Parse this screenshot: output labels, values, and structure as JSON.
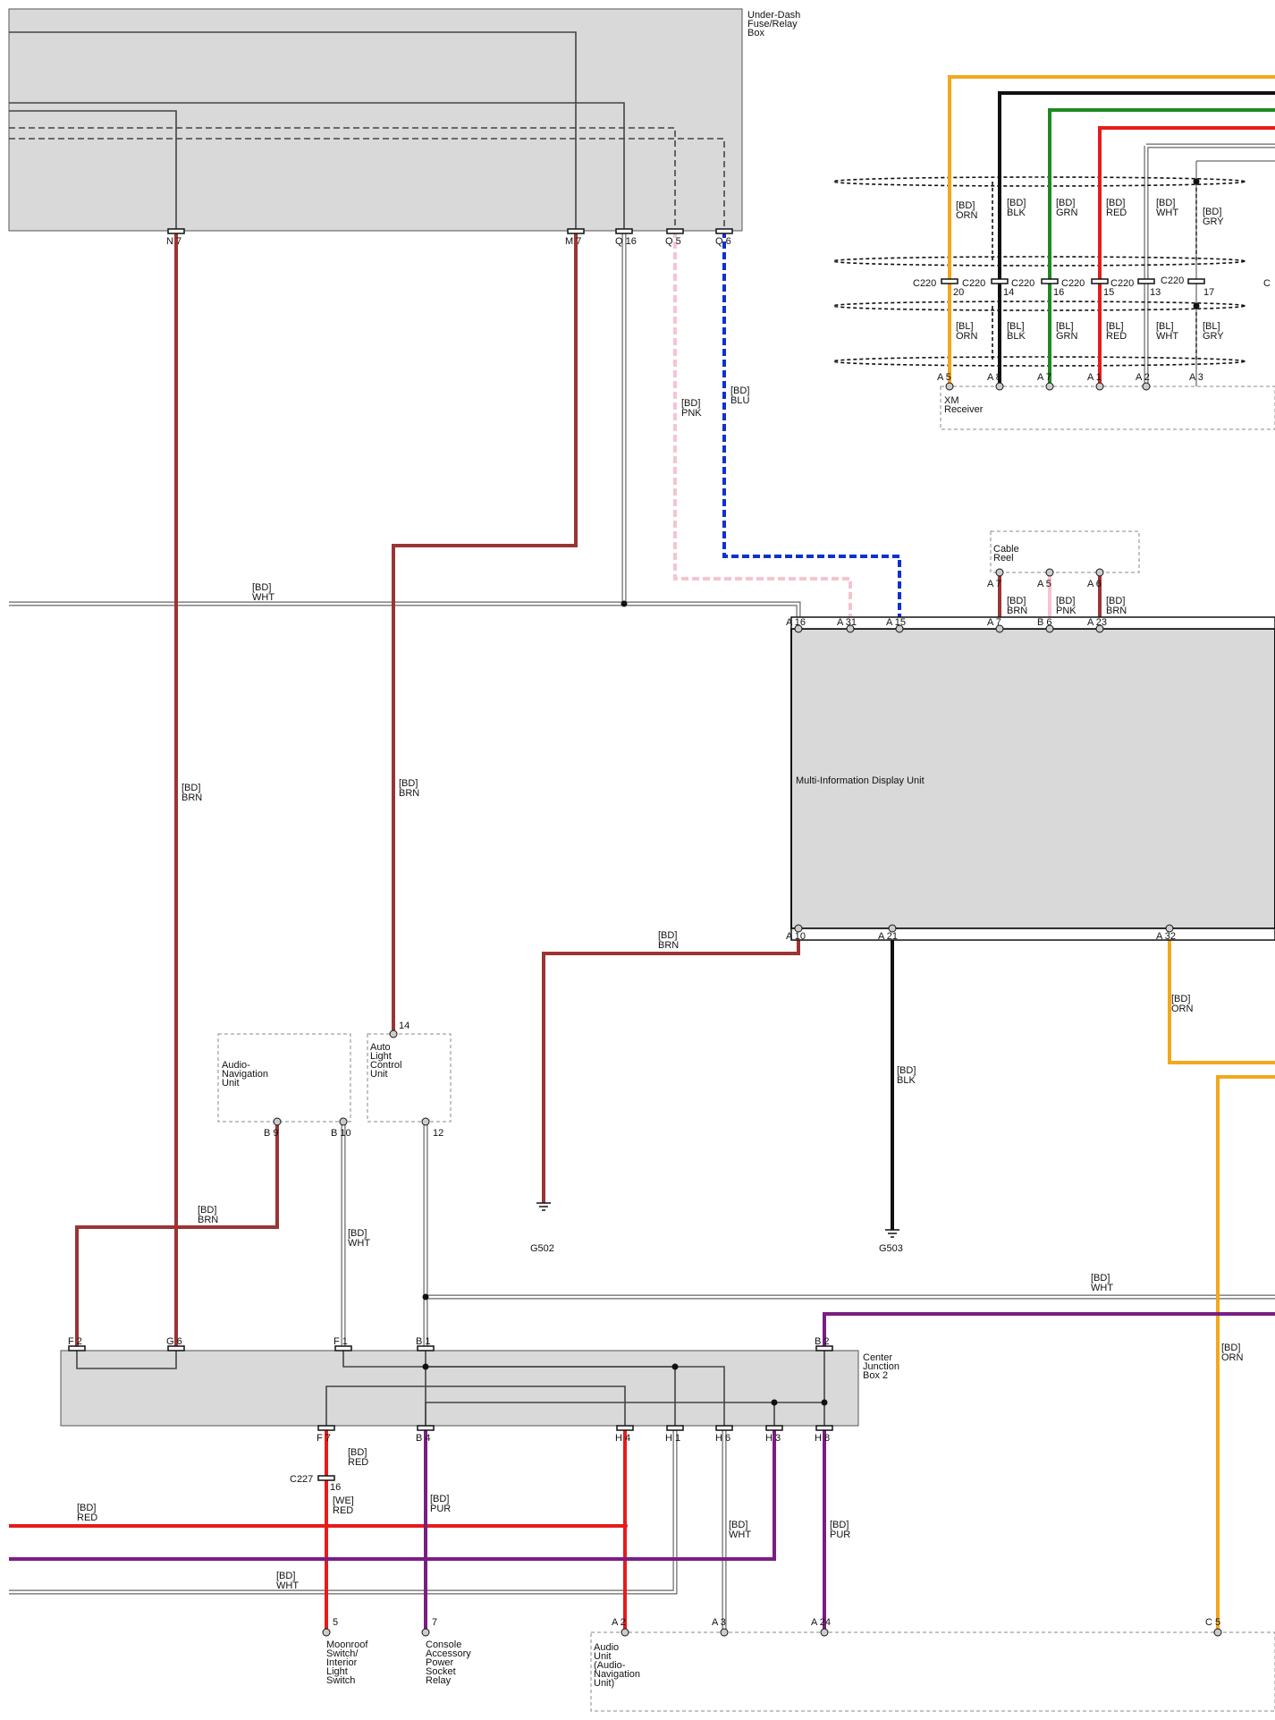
{
  "colors": {
    "brn": "#9c3434",
    "blk": "#111111",
    "red": "#e51c1c",
    "grn": "#1e8a1e",
    "orn": "#f2a81d",
    "pur": "#7a1e82",
    "blu": "#1030d0",
    "pnk": "#f6c4cf",
    "wht_outline": "#666666",
    "box_fill": "#d9d9d9"
  },
  "components": {
    "fuse_box": {
      "title": [
        "Under-Dash",
        "Fuse/Relay",
        "Box"
      ]
    },
    "xm_receiver": {
      "title": [
        "XM",
        "Receiver"
      ]
    },
    "cable_reel": {
      "title": [
        "Cable",
        "Reel"
      ]
    },
    "mid_unit": {
      "title": "Multi-Information Display Unit"
    },
    "audio_nav": {
      "title": [
        "Audio-",
        "Navigation",
        "Unit"
      ]
    },
    "auto_light": {
      "title": [
        "Auto",
        "Light",
        "Control",
        "Unit"
      ]
    },
    "center_jb": {
      "title": [
        "Center",
        "Junction",
        "Box 2"
      ]
    },
    "moonroof": {
      "title": [
        "Moonroof",
        "Switch/",
        "Interior",
        "Light",
        "Switch"
      ]
    },
    "console": {
      "title": [
        "Console",
        "Accessory",
        "Power",
        "Socket",
        "Relay"
      ]
    },
    "audio_unit": {
      "title": [
        "Audio",
        "Unit",
        "(Audio-",
        "Navigation",
        "Unit)"
      ]
    }
  },
  "grounds": {
    "g502": "G502",
    "g503": "G503"
  },
  "pins": {
    "fb_n7": "N 7",
    "fb_m7": "M 7",
    "fb_q16": "Q 16",
    "fb_q5": "Q 5",
    "fb_q6": "Q 6",
    "c220_20": [
      "C220",
      "20"
    ],
    "c220_14": [
      "C220",
      "14"
    ],
    "c220_16": [
      "C220",
      "16"
    ],
    "c220_15": [
      "C220",
      "15"
    ],
    "c220_13": [
      "C220",
      "13"
    ],
    "c220_17": [
      "C220",
      "17"
    ],
    "c220_partial": "C",
    "xm_a5": "A 5",
    "xm_a8": "A 8",
    "xm_a7": "A 7",
    "xm_a1": "A 1",
    "xm_a2": "A 2",
    "xm_a3": "A 3",
    "cr_a7": "A 7",
    "cr_a5": "A 5",
    "cr_a6": "A 6",
    "mid_a16": "A 16",
    "mid_a31": "A 31",
    "mid_a15": "A 15",
    "mid_a7": "A 7",
    "mid_b6": "B 6",
    "mid_a23": "A 23",
    "mid_a10": "A 10",
    "mid_a21": "A 21",
    "mid_a32": "A 32",
    "an_b9": "B 9",
    "an_b10": "B 10",
    "al_14": "14",
    "al_12": "12",
    "jb_f2": "F 2",
    "jb_g6": "G 6",
    "jb_f1": "F 1",
    "jb_b1": "B 1",
    "jb_b2": "B 2",
    "jb_f7": "F 7",
    "jb_b4": "B 4",
    "jb_h4": "H 4",
    "jb_h1": "H 1",
    "jb_h6": "H 6",
    "jb_h3": "H 3",
    "jb_h8": "H 8",
    "c227": [
      "C227",
      "16"
    ],
    "mr_5": "5",
    "cs_7": "7",
    "au_a2": "A 2",
    "au_a3": "A 3",
    "au_a24": "A 24",
    "au_c5": "C 5"
  },
  "wire_labels": {
    "bd_orn": [
      "[BD]",
      "ORN"
    ],
    "bd_blk": [
      "[BD]",
      "BLK"
    ],
    "bd_grn": [
      "[BD]",
      "GRN"
    ],
    "bd_red": [
      "[BD]",
      "RED"
    ],
    "bd_wht": [
      "[BD]",
      "WHT"
    ],
    "bd_gry": [
      "[BD]",
      "GRY"
    ],
    "bl_orn": [
      "[BL]",
      "ORN"
    ],
    "bl_blk": [
      "[BL]",
      "BLK"
    ],
    "bl_grn": [
      "[BL]",
      "GRN"
    ],
    "bl_red": [
      "[BL]",
      "RED"
    ],
    "bl_wht": [
      "[BL]",
      "WHT"
    ],
    "bl_gry": [
      "[BL]",
      "GRY"
    ],
    "bd_pnk": [
      "[BD]",
      "PNK"
    ],
    "bd_blu": [
      "[BD]",
      "BLU"
    ],
    "bd_brn": [
      "[BD]",
      "BRN"
    ],
    "bd_pur": [
      "[BD]",
      "PUR"
    ],
    "we_red": [
      "[WE]",
      "RED"
    ]
  }
}
